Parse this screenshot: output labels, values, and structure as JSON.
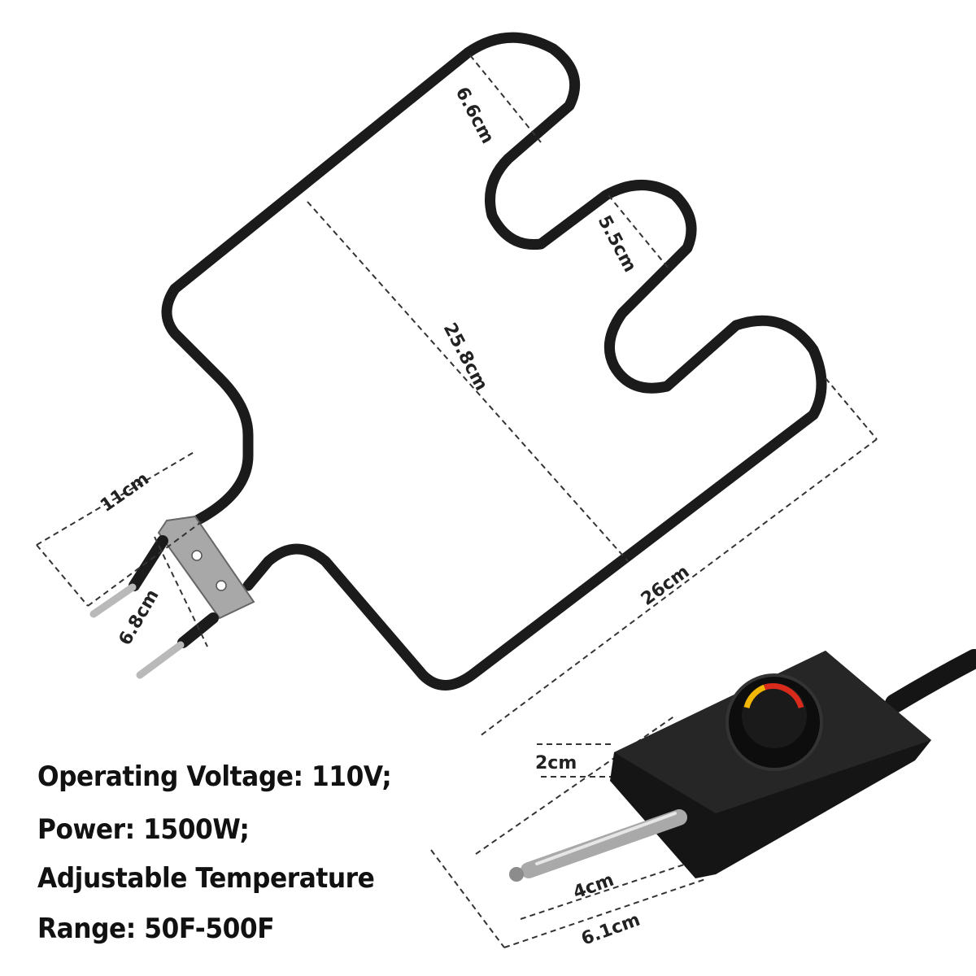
{
  "dimensions": {
    "top_width": "6.6cm",
    "mid_width": "5.5cm",
    "length": "25.8cm",
    "bracket_width": "11cm",
    "terminal_spacing": "6.8cm",
    "base_width": "26cm",
    "controller_height": "2cm",
    "probe_length": "4cm",
    "probe_total": "6.1cm"
  },
  "specs": {
    "voltage": "Operating Voltage: 110V;",
    "power": "Power: 1500W;",
    "temp_line1": "Adjustable Temperature",
    "temp_line2": "Range: 50F-500F"
  },
  "colors": {
    "element": "#1b1b1b",
    "bracket": "#a8a8a8",
    "controller": "#151515",
    "dial_red": "#d92b1c",
    "dial_yellow": "#f2b705"
  }
}
